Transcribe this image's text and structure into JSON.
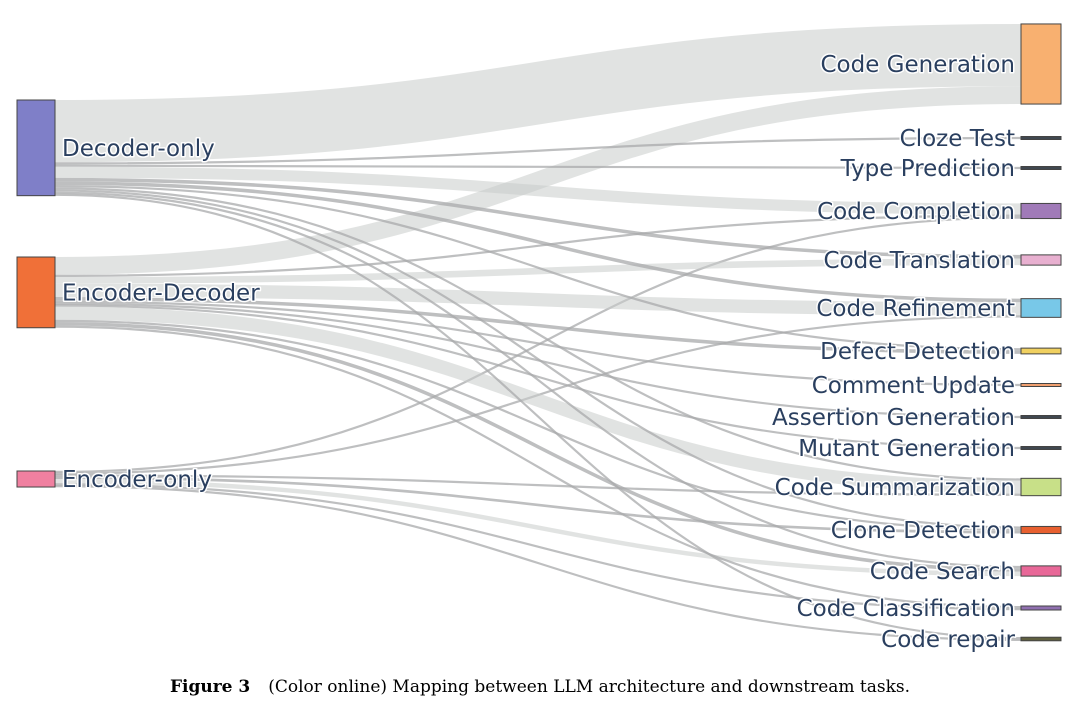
{
  "chart_data": {
    "type": "sankey",
    "sources": [
      {
        "name": "Decoder-only",
        "color": "#7f7fc8"
      },
      {
        "name": "Encoder-Decoder",
        "color": "#f07038"
      },
      {
        "name": "Encoder-only",
        "color": "#f080a0"
      }
    ],
    "targets": [
      {
        "name": "Code Generation",
        "color": "#f8b070"
      },
      {
        "name": "Cloze Test",
        "color": "#404850"
      },
      {
        "name": "Type Prediction",
        "color": "#404850"
      },
      {
        "name": "Code Completion",
        "color": "#a07ab8"
      },
      {
        "name": "Code Translation",
        "color": "#e8b0d0"
      },
      {
        "name": "Code Refinement",
        "color": "#78c8e8"
      },
      {
        "name": "Defect Detection",
        "color": "#f0d060"
      },
      {
        "name": "Comment Update",
        "color": "#f0a070"
      },
      {
        "name": "Assertion Generation",
        "color": "#404850"
      },
      {
        "name": "Mutant Generation",
        "color": "#404850"
      },
      {
        "name": "Code Summarization",
        "color": "#c8e088"
      },
      {
        "name": "Clone Detection",
        "color": "#e86030"
      },
      {
        "name": "Code Search",
        "color": "#e86898"
      },
      {
        "name": "Code Classification",
        "color": "#9070b0"
      },
      {
        "name": "Code repair",
        "color": "#606040"
      }
    ],
    "links": [
      {
        "source": "Decoder-only",
        "target": "Code Generation",
        "value": 14
      },
      {
        "source": "Decoder-only",
        "target": "Cloze Test",
        "value": 0.5
      },
      {
        "source": "Decoder-only",
        "target": "Type Prediction",
        "value": 0.5
      },
      {
        "source": "Decoder-only",
        "target": "Code Completion",
        "value": 2.5
      },
      {
        "source": "Decoder-only",
        "target": "Code Translation",
        "value": 0.8
      },
      {
        "source": "Decoder-only",
        "target": "Code Refinement",
        "value": 0.8
      },
      {
        "source": "Decoder-only",
        "target": "Defect Detection",
        "value": 0.5
      },
      {
        "source": "Decoder-only",
        "target": "Code Summarization",
        "value": 0.5
      },
      {
        "source": "Decoder-only",
        "target": "Clone Detection",
        "value": 0.5
      },
      {
        "source": "Decoder-only",
        "target": "Code Search",
        "value": 0.5
      },
      {
        "source": "Decoder-only",
        "target": "Code repair",
        "value": 0.4
      },
      {
        "source": "Encoder-Decoder",
        "target": "Code Generation",
        "value": 4
      },
      {
        "source": "Encoder-Decoder",
        "target": "Code Completion",
        "value": 0.5
      },
      {
        "source": "Encoder-Decoder",
        "target": "Code Translation",
        "value": 1.5
      },
      {
        "source": "Encoder-Decoder",
        "target": "Code Refinement",
        "value": 3
      },
      {
        "source": "Encoder-Decoder",
        "target": "Defect Detection",
        "value": 0.8
      },
      {
        "source": "Encoder-Decoder",
        "target": "Comment Update",
        "value": 0.5
      },
      {
        "source": "Encoder-Decoder",
        "target": "Assertion Generation",
        "value": 0.4
      },
      {
        "source": "Encoder-Decoder",
        "target": "Mutant Generation",
        "value": 0.4
      },
      {
        "source": "Encoder-Decoder",
        "target": "Code Summarization",
        "value": 3
      },
      {
        "source": "Encoder-Decoder",
        "target": "Clone Detection",
        "value": 0.5
      },
      {
        "source": "Encoder-Decoder",
        "target": "Code Search",
        "value": 0.8
      },
      {
        "source": "Encoder-Decoder",
        "target": "Code Classification",
        "value": 0.5
      },
      {
        "source": "Encoder-only",
        "target": "Code Completion",
        "value": 0.4
      },
      {
        "source": "Encoder-only",
        "target": "Code Refinement",
        "value": 0.4
      },
      {
        "source": "Encoder-only",
        "target": "Code Summarization",
        "value": 0.4
      },
      {
        "source": "Encoder-only",
        "target": "Clone Detection",
        "value": 0.6
      },
      {
        "source": "Encoder-only",
        "target": "Code Search",
        "value": 1.0
      },
      {
        "source": "Encoder-only",
        "target": "Code Classification",
        "value": 0.4
      },
      {
        "source": "Encoder-only",
        "target": "Code repair",
        "value": 0.4
      }
    ]
  },
  "caption": {
    "figure_label": "Figure 3",
    "text": "(Color online) Mapping between LLM architecture and downstream tasks."
  }
}
